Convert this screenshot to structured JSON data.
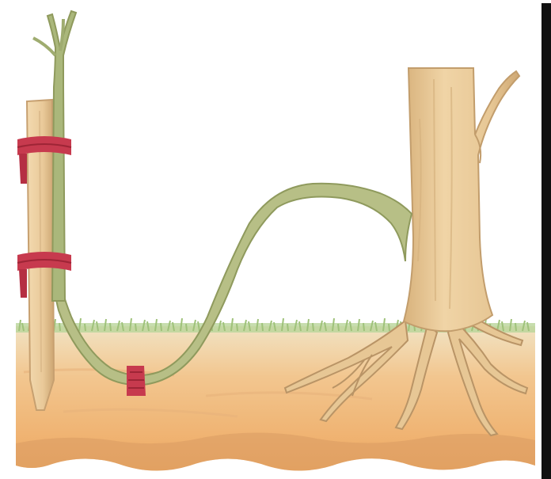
{
  "diagram": {
    "subject": "layering",
    "elements": [
      "stake",
      "tied-shoot",
      "bent-branch",
      "buried-section-tie",
      "parent-tree-trunk",
      "parent-tree-roots",
      "grass-line",
      "soil"
    ]
  },
  "colors": {
    "stake": "#e9c999",
    "trunk": "#e7c795",
    "trunk_shade": "#cfa873",
    "branch": "#b7bf86",
    "branch_outline": "#8f9a5d",
    "ties": "#c73a4e",
    "grass": "#9fc27a",
    "soil_top": "#f1e3c3",
    "soil_mid": "#f2c68f",
    "soil_deep": "#eea861",
    "frame": "#111111"
  }
}
